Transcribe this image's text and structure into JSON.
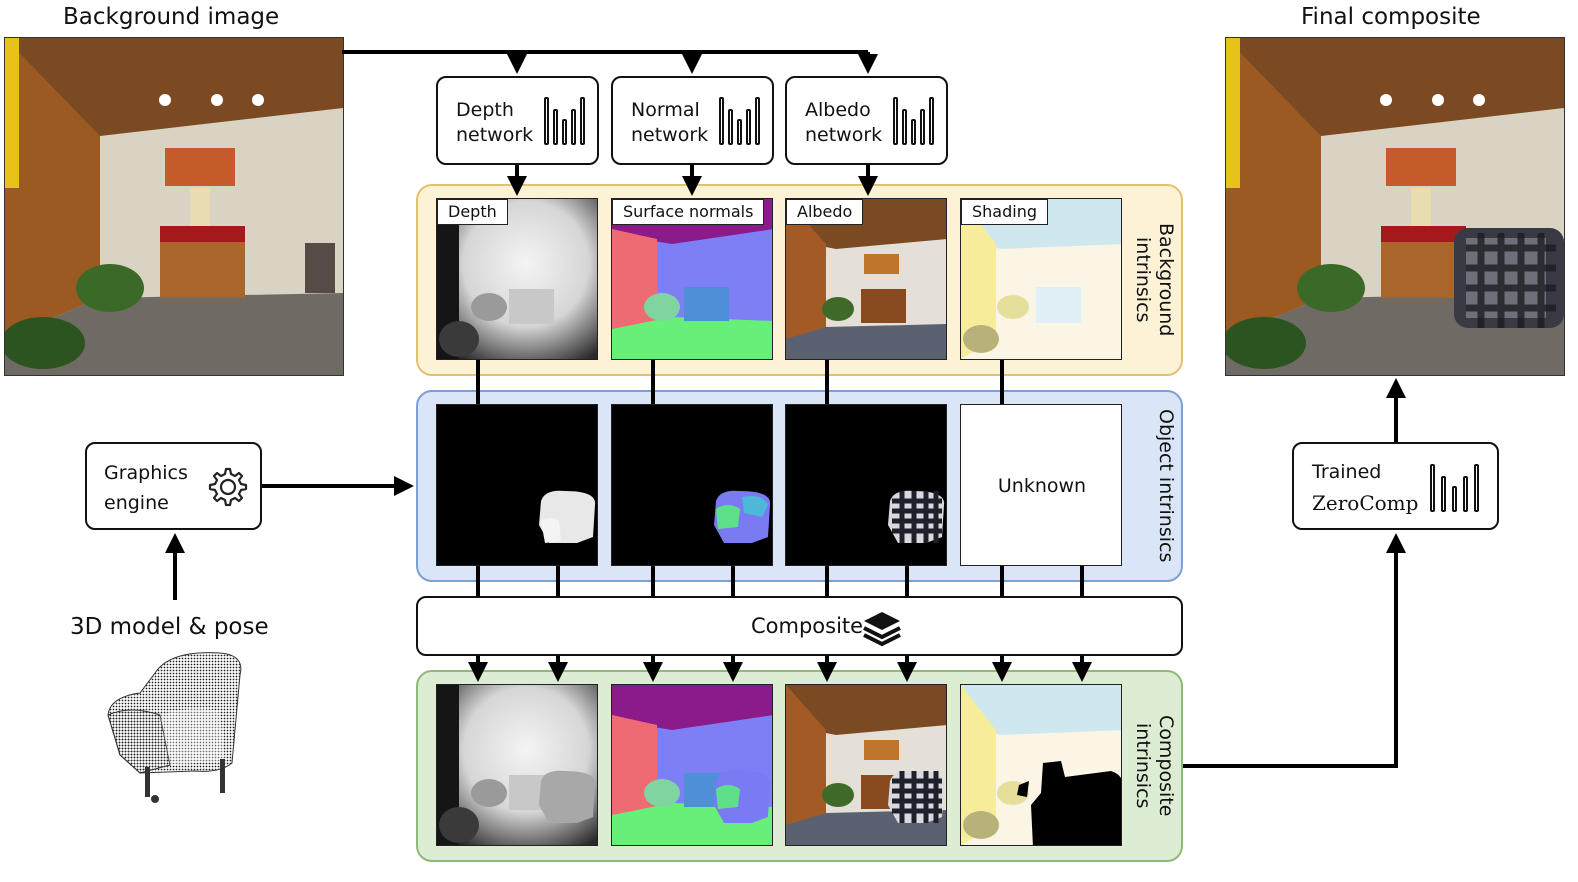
{
  "titles": {
    "background_image": "Background image",
    "final_composite": "Final composite",
    "model_pose": "3D model & pose"
  },
  "networks": [
    {
      "line1": "Depth",
      "line2": "network"
    },
    {
      "line1": "Normal",
      "line2": "network"
    },
    {
      "line1": "Albedo",
      "line2": "network"
    }
  ],
  "graphics_engine": {
    "line1": "Graphics",
    "line2": "engine",
    "icon": "gear-icon"
  },
  "trained": {
    "line1": "Trained",
    "line2": "ZeroComp",
    "icon": "network-bars-icon"
  },
  "composite_bar": {
    "label": "Composite",
    "icon": "layers-icon"
  },
  "panels": {
    "background": {
      "label": "Background intrinsics",
      "color": "#fdf1d6",
      "border": "#e3c26e"
    },
    "object": {
      "label": "Object intrinsics",
      "color": "#dae6f8",
      "border": "#7c9fd6"
    },
    "composite": {
      "label": "Composite intrinsics",
      "color": "#dcedd4",
      "border": "#8cbb79"
    }
  },
  "background_tiles": [
    "Depth",
    "Surface normals",
    "Albedo",
    "Shading"
  ],
  "object_tiles": {
    "unknown": "Unknown"
  }
}
